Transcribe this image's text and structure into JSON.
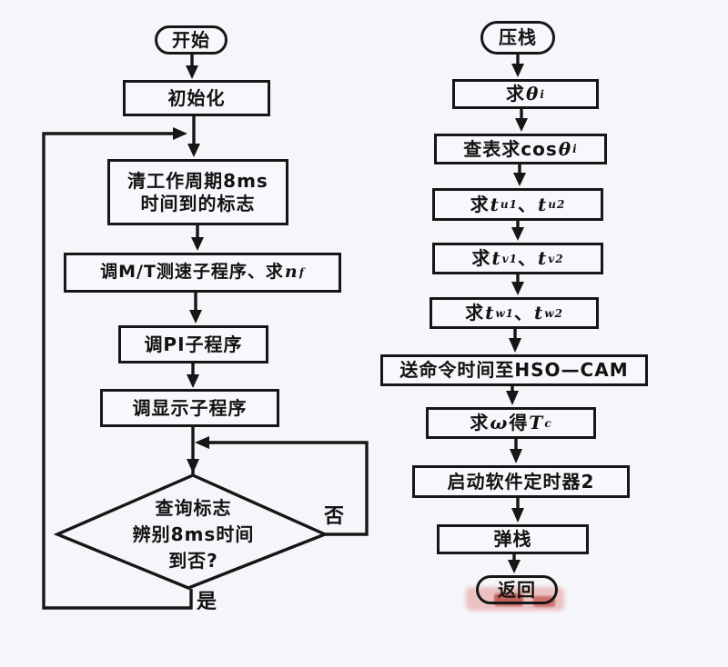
{
  "page": {
    "background": "#f5f6f9",
    "ink_color": "#161616",
    "watermark_pink": "rgba(228,150,150,0.55)",
    "watermark_red": "#b5413a"
  },
  "left_flow": {
    "start": "开始",
    "init": "初始化",
    "clear_flag_line1": "清工作周期8ms",
    "clear_flag_line2": "时间到的标志",
    "call_mt_pre": "调M/T测速子程序、求",
    "call_mt_var": "n",
    "call_mt_sub": "f",
    "call_pi": "调PI子程序",
    "call_display": "调显示子程序",
    "decision_line1": "查询标志",
    "decision_line2": "辨别8ms时间",
    "decision_line3": "到否?",
    "branch_no": "否",
    "branch_yes": "是"
  },
  "right_flow": {
    "push": "压栈",
    "theta_pre": "求",
    "theta_var": "θ",
    "theta_sub": "i",
    "cos_pre": "查表求cos",
    "cos_var": "θ",
    "cos_sub": "i",
    "tu_pre": "求",
    "tu_var1": "t",
    "tu_sub1": "u1",
    "tu_sep": "、",
    "tu_var2": "t",
    "tu_sub2": "u2",
    "tv_pre": "求",
    "tv_var1": "t",
    "tv_sub1": "v1",
    "tv_sep": "、",
    "tv_var2": "t",
    "tv_sub2": "v2",
    "tw_pre": "求",
    "tw_var1": "t",
    "tw_sub1": "w1",
    "tw_sep": "、",
    "tw_var2": "t",
    "tw_sub2": "w2",
    "hso": "送命令时间至HSO—CAM",
    "omega_pre": "求",
    "omega_var": "ω",
    "omega_mid": "得",
    "omega_var2": "T",
    "omega_sub": "c",
    "timer": "启动软件定时器2",
    "pop": "弹栈",
    "ret": "返回"
  }
}
